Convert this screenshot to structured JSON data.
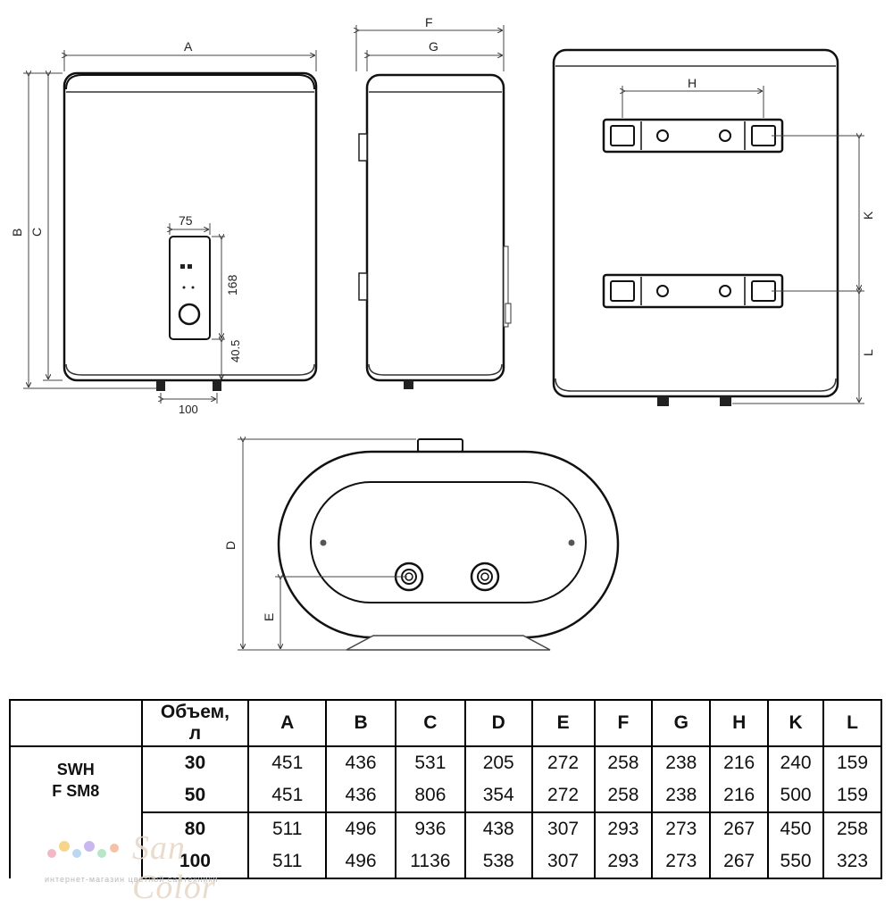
{
  "drawing": {
    "front_labels": {
      "a": "A",
      "b": "B",
      "c": "C",
      "width_panel": "75",
      "height_panel": "168",
      "offset_panel": "40.5",
      "pipe_spacing": "100"
    },
    "side_labels": {
      "f": "F",
      "g": "G"
    },
    "back_labels": {
      "h": "H",
      "k": "K",
      "l": "L"
    },
    "bottom_labels": {
      "d": "D",
      "e": "E"
    }
  },
  "table": {
    "model_line1": "SWH",
    "model_line2": "F SM8",
    "volume_header_line1": "Объем,",
    "volume_header_line2": "л",
    "columns": [
      "A",
      "B",
      "C",
      "D",
      "E",
      "F",
      "G",
      "H",
      "K",
      "L"
    ],
    "rows": [
      {
        "volume": "30",
        "values": [
          "451",
          "436",
          "531",
          "205",
          "272",
          "258",
          "238",
          "216",
          "240",
          "159"
        ]
      },
      {
        "volume": "50",
        "values": [
          "451",
          "436",
          "806",
          "354",
          "272",
          "258",
          "238",
          "216",
          "500",
          "159"
        ]
      },
      {
        "volume": "80",
        "values": [
          "511",
          "496",
          "936",
          "438",
          "307",
          "293",
          "273",
          "267",
          "450",
          "258"
        ]
      },
      {
        "volume": "100",
        "values": [
          "511",
          "496",
          "1136",
          "538",
          "307",
          "293",
          "273",
          "267",
          "550",
          "323"
        ]
      }
    ]
  },
  "watermark": {
    "brand": "San Color",
    "subtitle": "интернет-магазин цветной сантехники",
    "dot_colors": [
      "#f2b8c6",
      "#f7d58a",
      "#b9d8f2",
      "#c9b8ef",
      "#b8e6c8",
      "#f5c2a8"
    ]
  }
}
